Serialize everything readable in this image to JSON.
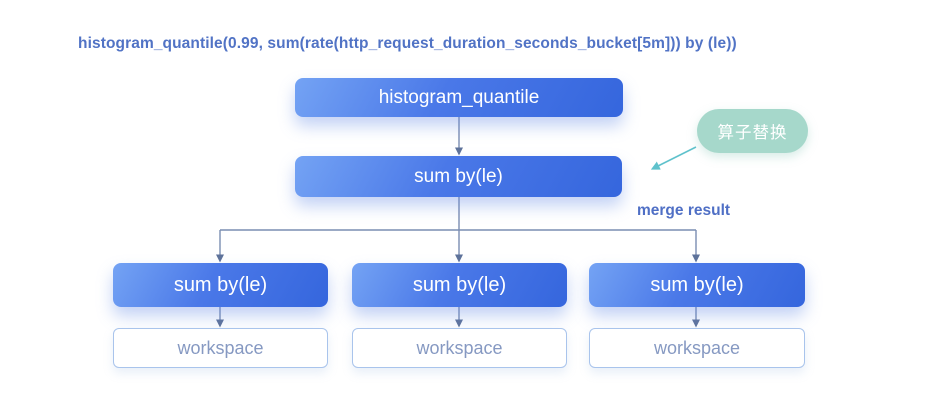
{
  "title": "histogram_quantile(0.99, sum(rate(http_request_duration_seconds_bucket[5m])) by (le))",
  "annotations": {
    "badge_label": "算子替换",
    "merge_label": "merge result"
  },
  "tree": {
    "root": "histogram_quantile",
    "mid": "sum by(le)",
    "columns": [
      {
        "sum": "sum by(le)",
        "workspace": "workspace"
      },
      {
        "sum": "sum by(le)",
        "workspace": "workspace"
      },
      {
        "sum": "sum by(le)",
        "workspace": "workspace"
      }
    ]
  },
  "colors": {
    "background": "#FFFFFF",
    "node_gradient_start": "#74A3F4",
    "node_gradient_end": "#3566DD",
    "node_text": "#FFFFFF",
    "title_text": "#5173C5",
    "merge_text": "#4F6FC5",
    "connector_line": "#7A8DB2",
    "connector_arrowhead": "#5E729A",
    "badge_bg": "#A6D8CB",
    "badge_text": "#FFFFFF",
    "badge_arrow": "#5FC2CC",
    "workspace_border": "#A9C4EC",
    "workspace_text": "#8699C2"
  }
}
